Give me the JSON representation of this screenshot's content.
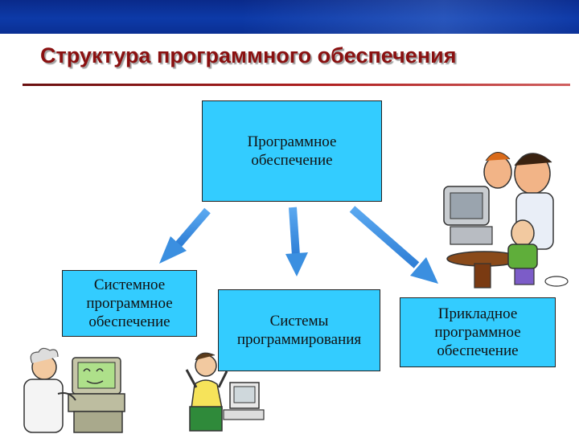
{
  "slide": {
    "title": "Структура программного обеспечения"
  },
  "nodes": {
    "root": "Программное\nобеспечение",
    "system": "Системное\nпрограммное\nобеспечение",
    "programming": "Системы\nпрограммирования",
    "applied": "Прикладное\nпрограммное\nобеспечение"
  },
  "colors": {
    "box_fill": "#33ccff",
    "arrow": "#3b8fe0",
    "title": "#8a1010",
    "band": "#0d3aa8"
  },
  "illustrations": [
    "scientist-at-computer",
    "user-stressed-at-computer",
    "group-at-computer"
  ]
}
